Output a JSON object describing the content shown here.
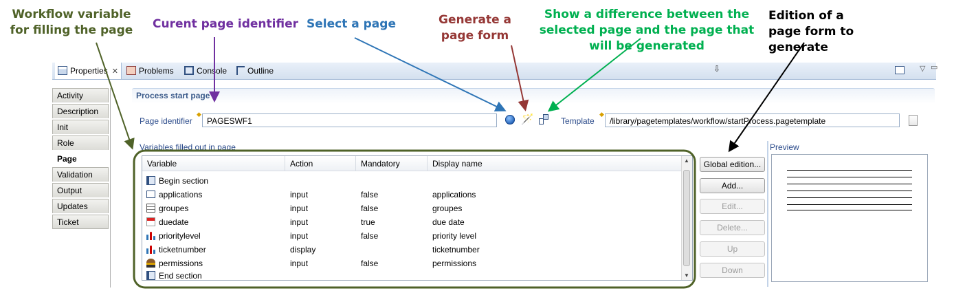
{
  "annotations": {
    "workflow_variable": "Workflow variable for filling the page",
    "current_page_identifier": "Curent page identifier",
    "select_page": "Select a page",
    "generate_form": "Generate a page form",
    "show_difference": "Show a difference between the selected page and the page that will be generated",
    "edition_form": "Edition of a page form to generate"
  },
  "tabs": [
    {
      "label": "Properties",
      "icon": "properties-icon"
    },
    {
      "label": "Problems",
      "icon": "problems-icon"
    },
    {
      "label": "Console",
      "icon": "console-icon"
    },
    {
      "label": "Outline",
      "icon": "outline-icon"
    }
  ],
  "nav": [
    "Activity",
    "Description",
    "Init",
    "Role",
    "Page",
    "Validation",
    "Output",
    "Updates",
    "Ticket"
  ],
  "nav_selected": "Page",
  "section": {
    "title": "Process start page"
  },
  "form": {
    "page_identifier_label": "Page identifier",
    "page_identifier_value": "PAGESWF1",
    "template_label": "Template",
    "template_value": "/library/pagetemplates/workflow/startProcess.pagetemplate"
  },
  "variables_label": "Variables filled out in page",
  "table": {
    "headers": [
      "Variable",
      "Action",
      "Mandatory",
      "Display name"
    ],
    "rows": [
      {
        "variable": "Begin section",
        "action": "",
        "mandatory": "",
        "display": "",
        "icon": "section-icon"
      },
      {
        "variable": "applications",
        "action": "input",
        "mandatory": "false",
        "display": "applications",
        "icon": "textfield-icon"
      },
      {
        "variable": "groupes",
        "action": "input",
        "mandatory": "false",
        "display": "groupes",
        "icon": "list-icon"
      },
      {
        "variable": "duedate",
        "action": "input",
        "mandatory": "true",
        "display": "due date",
        "icon": "calendar-icon"
      },
      {
        "variable": "prioritylevel",
        "action": "input",
        "mandatory": "false",
        "display": "priority level",
        "icon": "bar-chart-icon"
      },
      {
        "variable": "ticketnumber",
        "action": "display",
        "mandatory": "",
        "display": "ticketnumber",
        "icon": "bar-chart-icon"
      },
      {
        "variable": "permissions",
        "action": "input",
        "mandatory": "false",
        "display": "permissions",
        "icon": "permissions-icon"
      },
      {
        "variable": "End section",
        "action": "",
        "mandatory": "",
        "display": "",
        "icon": "section-icon"
      }
    ]
  },
  "buttons": [
    {
      "label": "Global edition...",
      "enabled": true
    },
    {
      "label": "Add...",
      "enabled": true
    },
    {
      "label": "Edit...",
      "enabled": false
    },
    {
      "label": "Delete...",
      "enabled": false
    },
    {
      "label": "Up",
      "enabled": false
    },
    {
      "label": "Down",
      "enabled": false
    }
  ],
  "preview_label": "Preview",
  "colors": {
    "annotation_olive": "#4f6228",
    "annotation_purple": "#7030a0",
    "annotation_blue": "#2e75b6",
    "annotation_red": "#953735",
    "annotation_green": "#00b050",
    "annotation_black": "#000000"
  }
}
